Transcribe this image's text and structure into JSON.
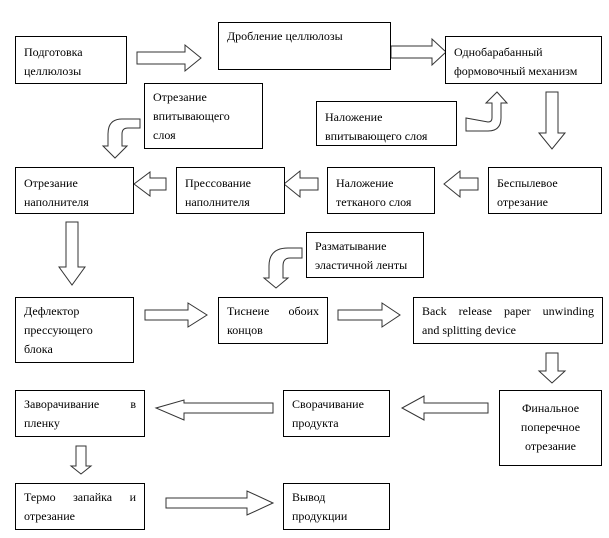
{
  "diagram": {
    "nodes": [
      {
        "id": "n1",
        "lines": [
          "Подготовка",
          "целлюлозы"
        ]
      },
      {
        "id": "n2",
        "lines": [
          "Дробление целлюлозы"
        ]
      },
      {
        "id": "n3",
        "lines": [
          "Однобарабанный",
          "формовочный механизм"
        ]
      },
      {
        "id": "n4",
        "lines": [
          "Отрезание",
          "впитывающего",
          "слоя"
        ]
      },
      {
        "id": "n5",
        "lines": [
          "Наложение",
          "впитывающего слоя"
        ]
      },
      {
        "id": "n6",
        "lines": [
          "Отрезание",
          "наполнителя"
        ]
      },
      {
        "id": "n7",
        "lines": [
          "Прессование",
          "наполнителя"
        ]
      },
      {
        "id": "n8",
        "lines": [
          "Наложение",
          "тетканого слоя"
        ]
      },
      {
        "id": "n9",
        "lines": [
          "Беспылевое",
          "отрезание"
        ]
      },
      {
        "id": "n10",
        "lines": [
          "Разматывание",
          "эластичной ленты"
        ]
      },
      {
        "id": "n11",
        "lines": [
          "Дефлектор",
          "прессующего",
          "блока"
        ]
      },
      {
        "id": "n12",
        "lines": [
          "Тиснеие обоих",
          "концов"
        ]
      },
      {
        "id": "n13",
        "lines": [
          "Back release paper unwinding",
          "and splitting device"
        ]
      },
      {
        "id": "n14",
        "lines": [
          "Финальное",
          "поперечное",
          "отрезание"
        ]
      },
      {
        "id": "n15",
        "lines": [
          "Сворачивание",
          "продукта"
        ]
      },
      {
        "id": "n16",
        "lines": [
          "Заворачивание в",
          "пленку"
        ]
      },
      {
        "id": "n17",
        "lines": [
          "Термо запайка и",
          "отрезание"
        ]
      },
      {
        "id": "n18",
        "lines": [
          "Вывод",
          "продукции"
        ]
      }
    ],
    "edges": [
      {
        "from": "n1",
        "to": "n2"
      },
      {
        "from": "n2",
        "to": "n3"
      },
      {
        "from": "n5",
        "to": "n3"
      },
      {
        "from": "n3",
        "to": "n9"
      },
      {
        "from": "n9",
        "to": "n8"
      },
      {
        "from": "n8",
        "to": "n7"
      },
      {
        "from": "n7",
        "to": "n6"
      },
      {
        "from": "n4",
        "to": "n6"
      },
      {
        "from": "n6",
        "to": "n11"
      },
      {
        "from": "n11",
        "to": "n12"
      },
      {
        "from": "n10",
        "to": "n12"
      },
      {
        "from": "n12",
        "to": "n13"
      },
      {
        "from": "n13",
        "to": "n14"
      },
      {
        "from": "n14",
        "to": "n15"
      },
      {
        "from": "n15",
        "to": "n16"
      },
      {
        "from": "n16",
        "to": "n17"
      },
      {
        "from": "n17",
        "to": "n18"
      }
    ]
  }
}
